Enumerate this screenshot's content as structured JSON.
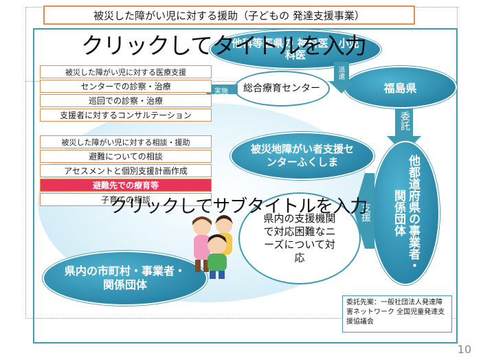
{
  "banner": "被災した障がい児に対する援助（子どもの 発達支援事業）",
  "title_placeholder": "クリックしてタイトルを入力",
  "subtitle_placeholder": "クリックしてサブタイトルを入力",
  "nodes": {
    "hospital": "他科等医県の 神科医・小児科医",
    "center": "総合療育センター",
    "fukushima": "福島県",
    "support_center": "被災地障がい者支援センターふくしま",
    "prefectures": "他都道府県の事業者・関係団体",
    "municipal": "県内の市町村・事業者・関係団体",
    "difficult_needs": "県内の支援機関で対応困難なニーズについて対応"
  },
  "arrows": {
    "dispatch": "派遣",
    "implement": "実施",
    "entrust": "委託",
    "support": "支援"
  },
  "medical_list": {
    "head": "被災した障がい児に対する医療支援",
    "items": [
      "センターでの診察・治療",
      "巡回での診察・治療",
      "支援者に対するコンサルテーション"
    ]
  },
  "consult_list": {
    "head": "被災した障がい児に対する相談・援助",
    "items": [
      "避難についての相談",
      "アセスメントと個別支援計画作成",
      "避難先での療育等",
      "子育ての相談"
    ]
  },
  "contractor_note": "委託先案：一般社団法人発達障害ネットワーク 全国児童発達支援協議会",
  "page_number": "10",
  "colors": {
    "teal": "#3f9bb4",
    "orange": "#e88a4a",
    "highlight": "#e8335b",
    "light_blue": "#dff1fa"
  }
}
